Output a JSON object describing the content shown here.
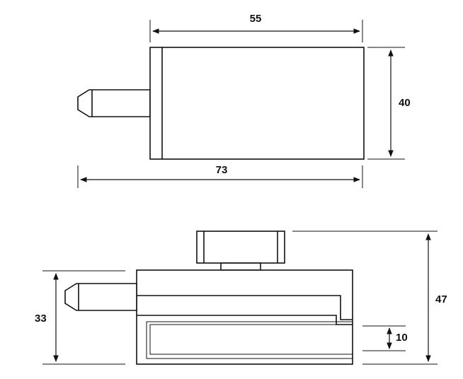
{
  "top_view": {
    "dimensions": {
      "housing_width": "55",
      "housing_height": "40",
      "overall_length": "73"
    }
  },
  "side_view": {
    "dimensions": {
      "bolt_height": "33",
      "overall_height": "47",
      "slot_width": "10"
    }
  },
  "colors": {
    "line": "#111111",
    "background": "#ffffff"
  }
}
